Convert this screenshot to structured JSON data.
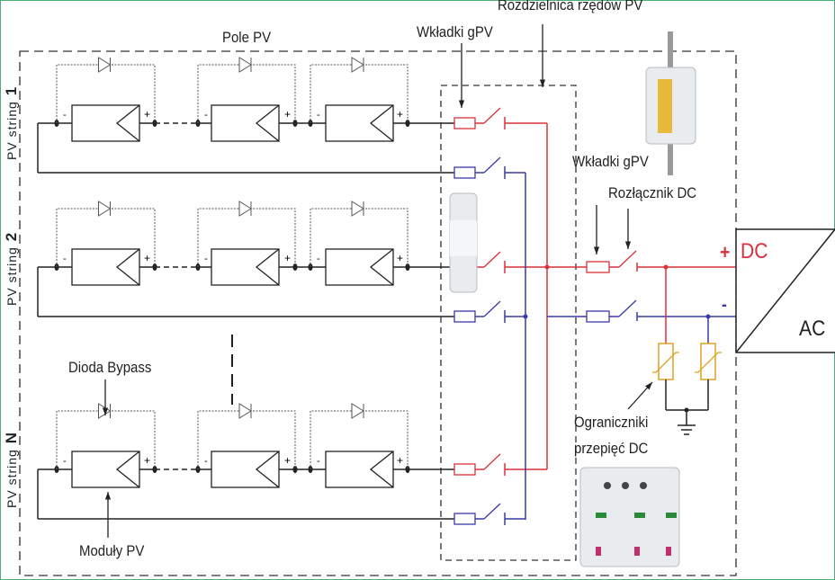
{
  "labels": {
    "pv_field": "Pole PV",
    "string_fuses": "Wkładki gPV",
    "combiner": "Rozdzielnica rzędów PV",
    "main_fuses": "Wkładki gPV",
    "dc_switch": "Rozłącznik DC",
    "bypass_diode": "Dioda Bypass",
    "pv_modules": "Moduły PV",
    "surge_line1": "Ograniczniki",
    "surge_line2": "przepięć DC",
    "dc": "DC",
    "ac": "AC",
    "plus": "+",
    "minus": "-"
  },
  "strings": [
    {
      "label": "PV string",
      "index": "1"
    },
    {
      "label": "PV string",
      "index": "2"
    },
    {
      "label": "PV string",
      "index": "N"
    }
  ],
  "module_terminals": {
    "neg": "-",
    "pos": "+"
  },
  "colors": {
    "positive": "#d9303a",
    "negative": "#3a3aa8",
    "spd": "#e0a020",
    "line": "#222222",
    "frame": "#4caf7a"
  }
}
